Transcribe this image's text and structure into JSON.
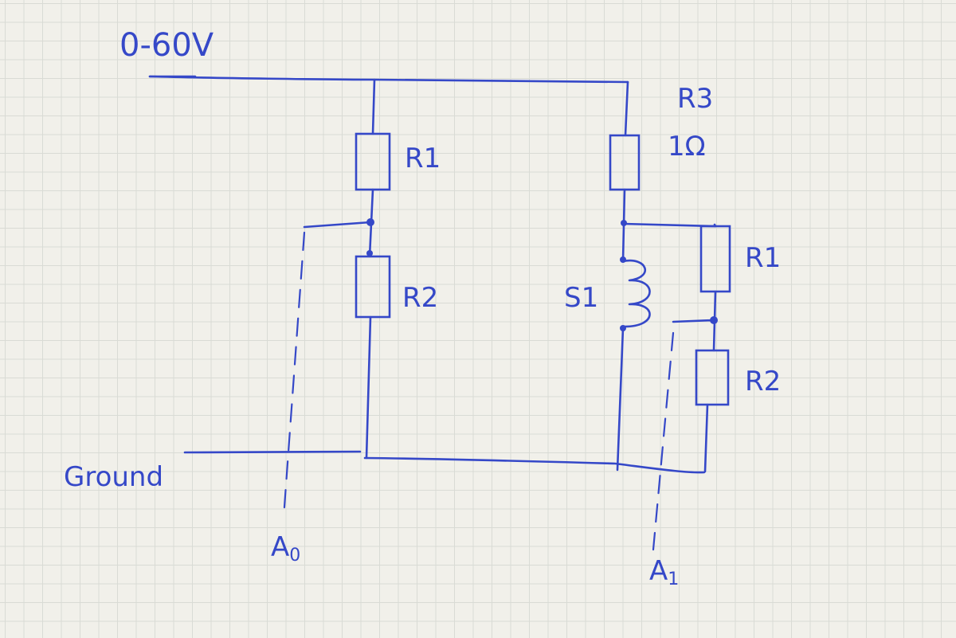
{
  "supply": {
    "label": "0-60V"
  },
  "ground": {
    "label": "Ground"
  },
  "left_divider": {
    "upper_resistor": "R1",
    "lower_resistor": "R2",
    "probe_main": "A",
    "probe_sub": "0"
  },
  "right_branch": {
    "series_resistor": "R3",
    "series_value": "1Ω",
    "coil": "S1",
    "upper_resistor": "R1",
    "lower_resistor": "R2",
    "probe_main": "A",
    "probe_sub": "1"
  },
  "colors": {
    "ink": "#3548c8",
    "paper": "#f1f0ea",
    "grid": "#d9dbd5"
  }
}
